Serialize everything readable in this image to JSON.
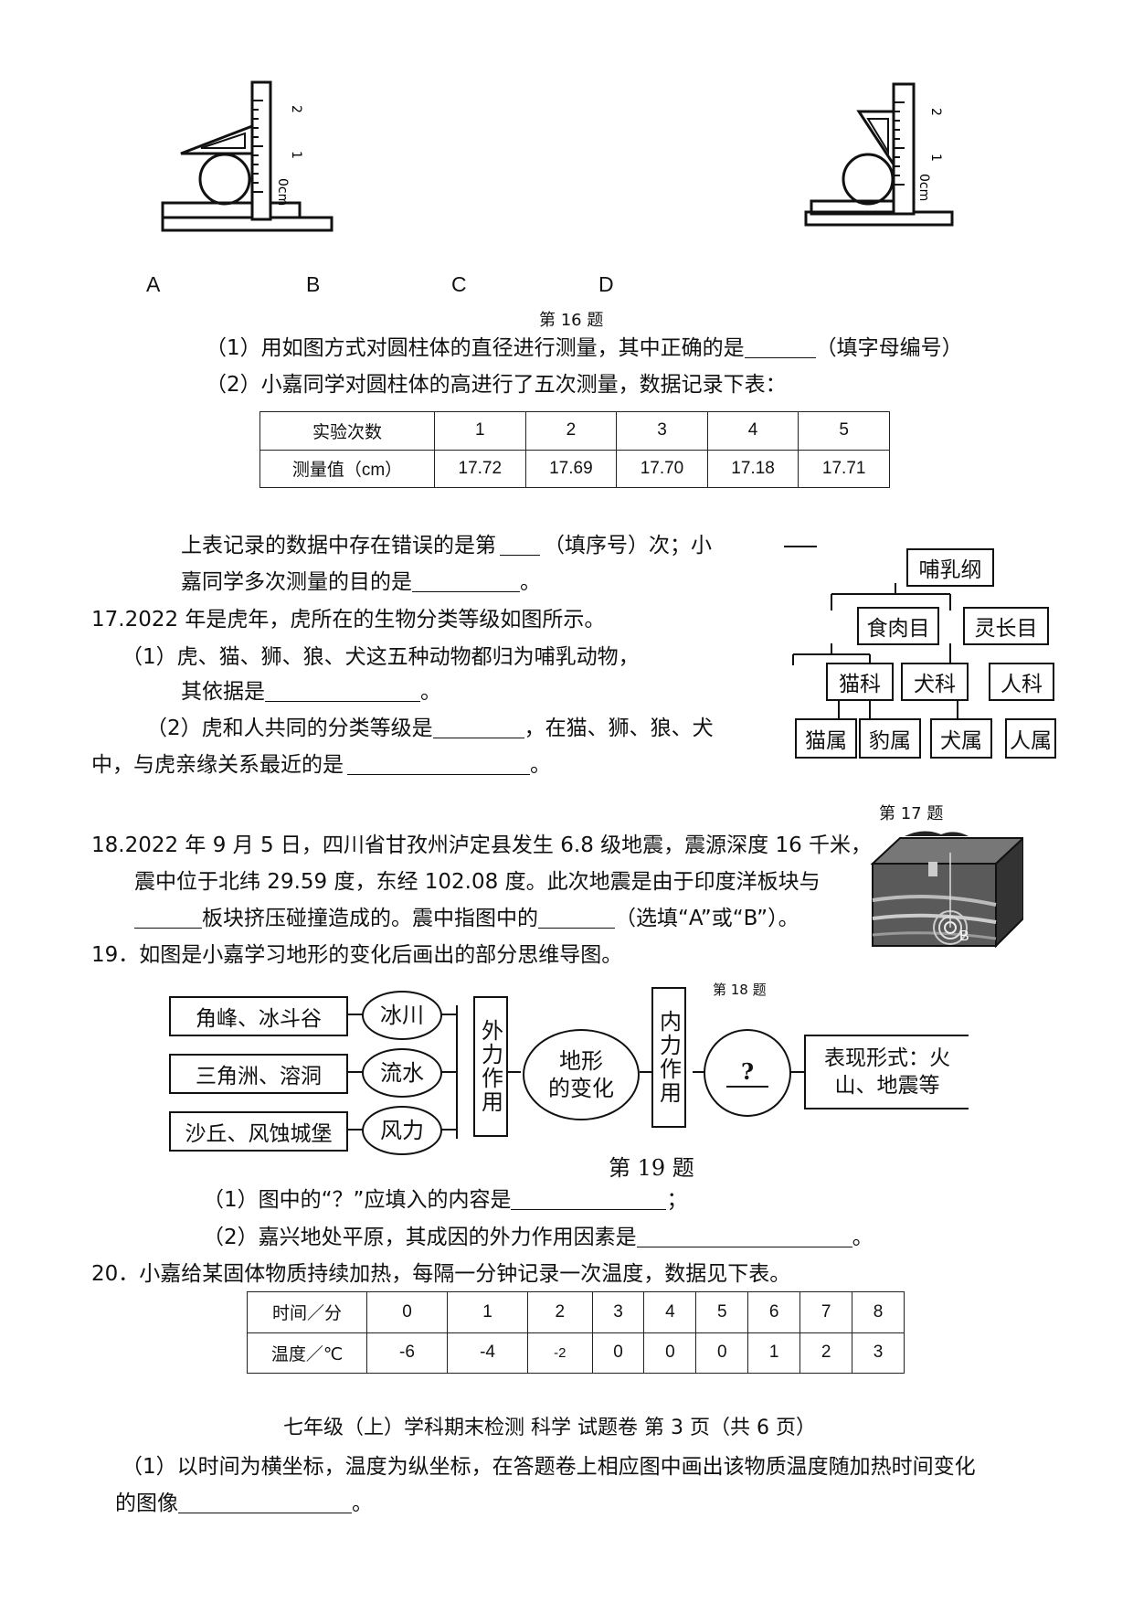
{
  "q16": {
    "figure_labels": [
      "A",
      "B",
      "C",
      "D"
    ],
    "ruler_label": "0cm",
    "ruler_ticks": [
      "1",
      "2"
    ],
    "cap": "第 16 题",
    "p1_pre": "（1）用如图方式对圆柱体的直径进行测量，其中正确的是",
    "p1_post": "（填字母编号）",
    "p2": "（2）小嘉同学对圆柱体的高进行了五次测量，数据记录下表：",
    "table": {
      "row1_label": "实验次数",
      "row1": [
        "1",
        "2",
        "3",
        "4",
        "5"
      ],
      "row2_label": "测量值（cm）",
      "row2": [
        "17.72",
        "17.69",
        "17.70",
        "17.18",
        "17.71"
      ]
    },
    "l1_pre": "上表记录的数据中存在错误的是第",
    "l1_post": "（填序号）次；小",
    "l2_pre": "嘉同学多次测量的目的是",
    "l2_post": "。"
  },
  "q17": {
    "stem": "17.2022 年是虎年，虎所在的生物分类等级如图所示。",
    "p1a": "（1）虎、猫、狮、狼、犬这五种动物都归为哺乳动物，",
    "p1b_pre": "其依据是",
    "p1b_post": "。",
    "p2_pre": "（2）虎和人共同的分类等级是",
    "p2_mid": "，在猫、狮、狼、犬",
    "p3_pre": "中，与虎亲缘关系最近的是",
    "p3_post": "。",
    "tree": {
      "root": "哺乳纲",
      "order1": "食肉目",
      "order2": "灵长目",
      "fam1": "猫科",
      "fam2": "犬科",
      "fam3": "人科",
      "gen1": "猫属",
      "gen2": "豹属",
      "gen3": "犬属",
      "gen4": "人属"
    },
    "cap": "第 17 题"
  },
  "q18": {
    "l1": "18.2022 年 9 月 5 日，四川省甘孜州泸定县发生 6.8 级地震，震源深度 16 千米，",
    "l2": "震中位于北纬 29.59 度，东经 102.08 度。此次地震是由于印度洋板块与",
    "l3_mid": "板块挤压碰撞造成的。震中指图中的",
    "l3_post": "（选填“A”或“B”）。",
    "fig_label_b": "B",
    "cap": "第 18 题"
  },
  "q19": {
    "stem": "19．如图是小嘉学习地形的变化后画出的部分思维导图。",
    "left_boxes": [
      "角峰、冰斗谷",
      "三角洲、溶洞",
      "沙丘、风蚀城堡"
    ],
    "agents": [
      "冰川",
      "流水",
      "风力"
    ],
    "external": "外力作用",
    "center_l1": "地形",
    "center_l2": "的变化",
    "internal": "内力作用",
    "question": "?",
    "right_box_l1": "表现形式：火",
    "right_box_l2": "山、地震等",
    "faded_label": "第 18 题",
    "cap": "第 19 题",
    "p1_pre": "（1）图中的“？”应填入的内容是",
    "p1_post": "；",
    "p2_pre": "（2）嘉兴地处平原，其成因的外力作用因素是",
    "p2_post": "。"
  },
  "q20": {
    "stem": "20．小嘉给某固体物质持续加热，每隔一分钟记录一次温度，数据见下表。",
    "table": {
      "row1_label": "时间／分",
      "row1": [
        "0",
        "1",
        "2",
        "3",
        "4",
        "5",
        "6",
        "7",
        "8"
      ],
      "row2_label": "温度／℃",
      "row2": [
        "-6",
        "-4",
        "-2",
        "0",
        "0",
        "0",
        "1",
        "2",
        "3"
      ]
    },
    "p1_l1": "（1）以时间为横坐标，温度为纵坐标，在答题卷上相应图中画出该物质温度随加热时间变化",
    "p1_l2_pre": "的图像",
    "p1_l2_post": "。"
  },
  "footer": "七年级（上）学科期末检测 科学 试题卷 第 3 页（共 6 页）"
}
